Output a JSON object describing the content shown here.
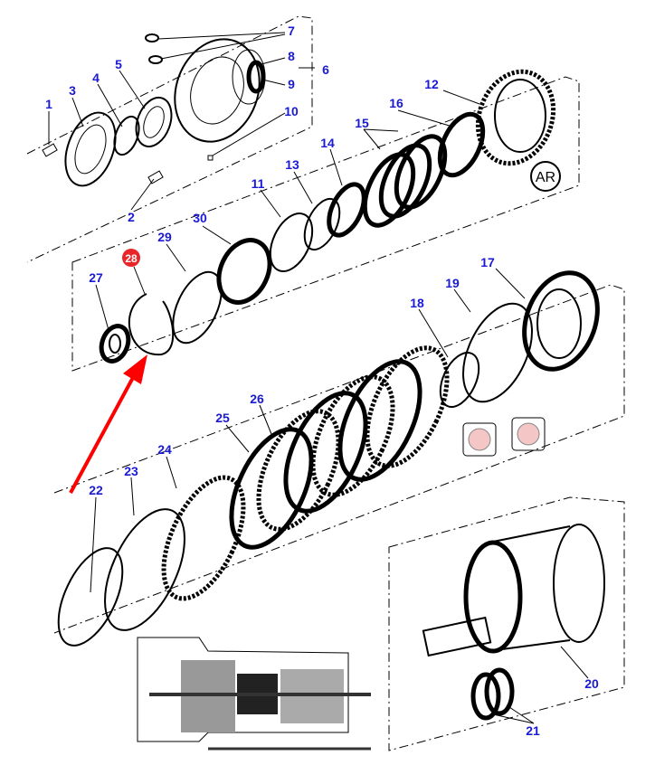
{
  "diagram": {
    "part_labels": [
      "1",
      "2",
      "3",
      "4",
      "5",
      "6",
      "7",
      "8",
      "9",
      "10",
      "11",
      "12",
      "13",
      "14",
      "15",
      "16",
      "17",
      "18",
      "19",
      "20",
      "21",
      "22",
      "23",
      "24",
      "25",
      "26",
      "27",
      "28",
      "29",
      "30"
    ],
    "highlighted_part": "28",
    "highlight_color": "#e8262a",
    "label_color": "#1a1ad6",
    "arrow_color": "#ff0000",
    "section_mark": "AR"
  }
}
